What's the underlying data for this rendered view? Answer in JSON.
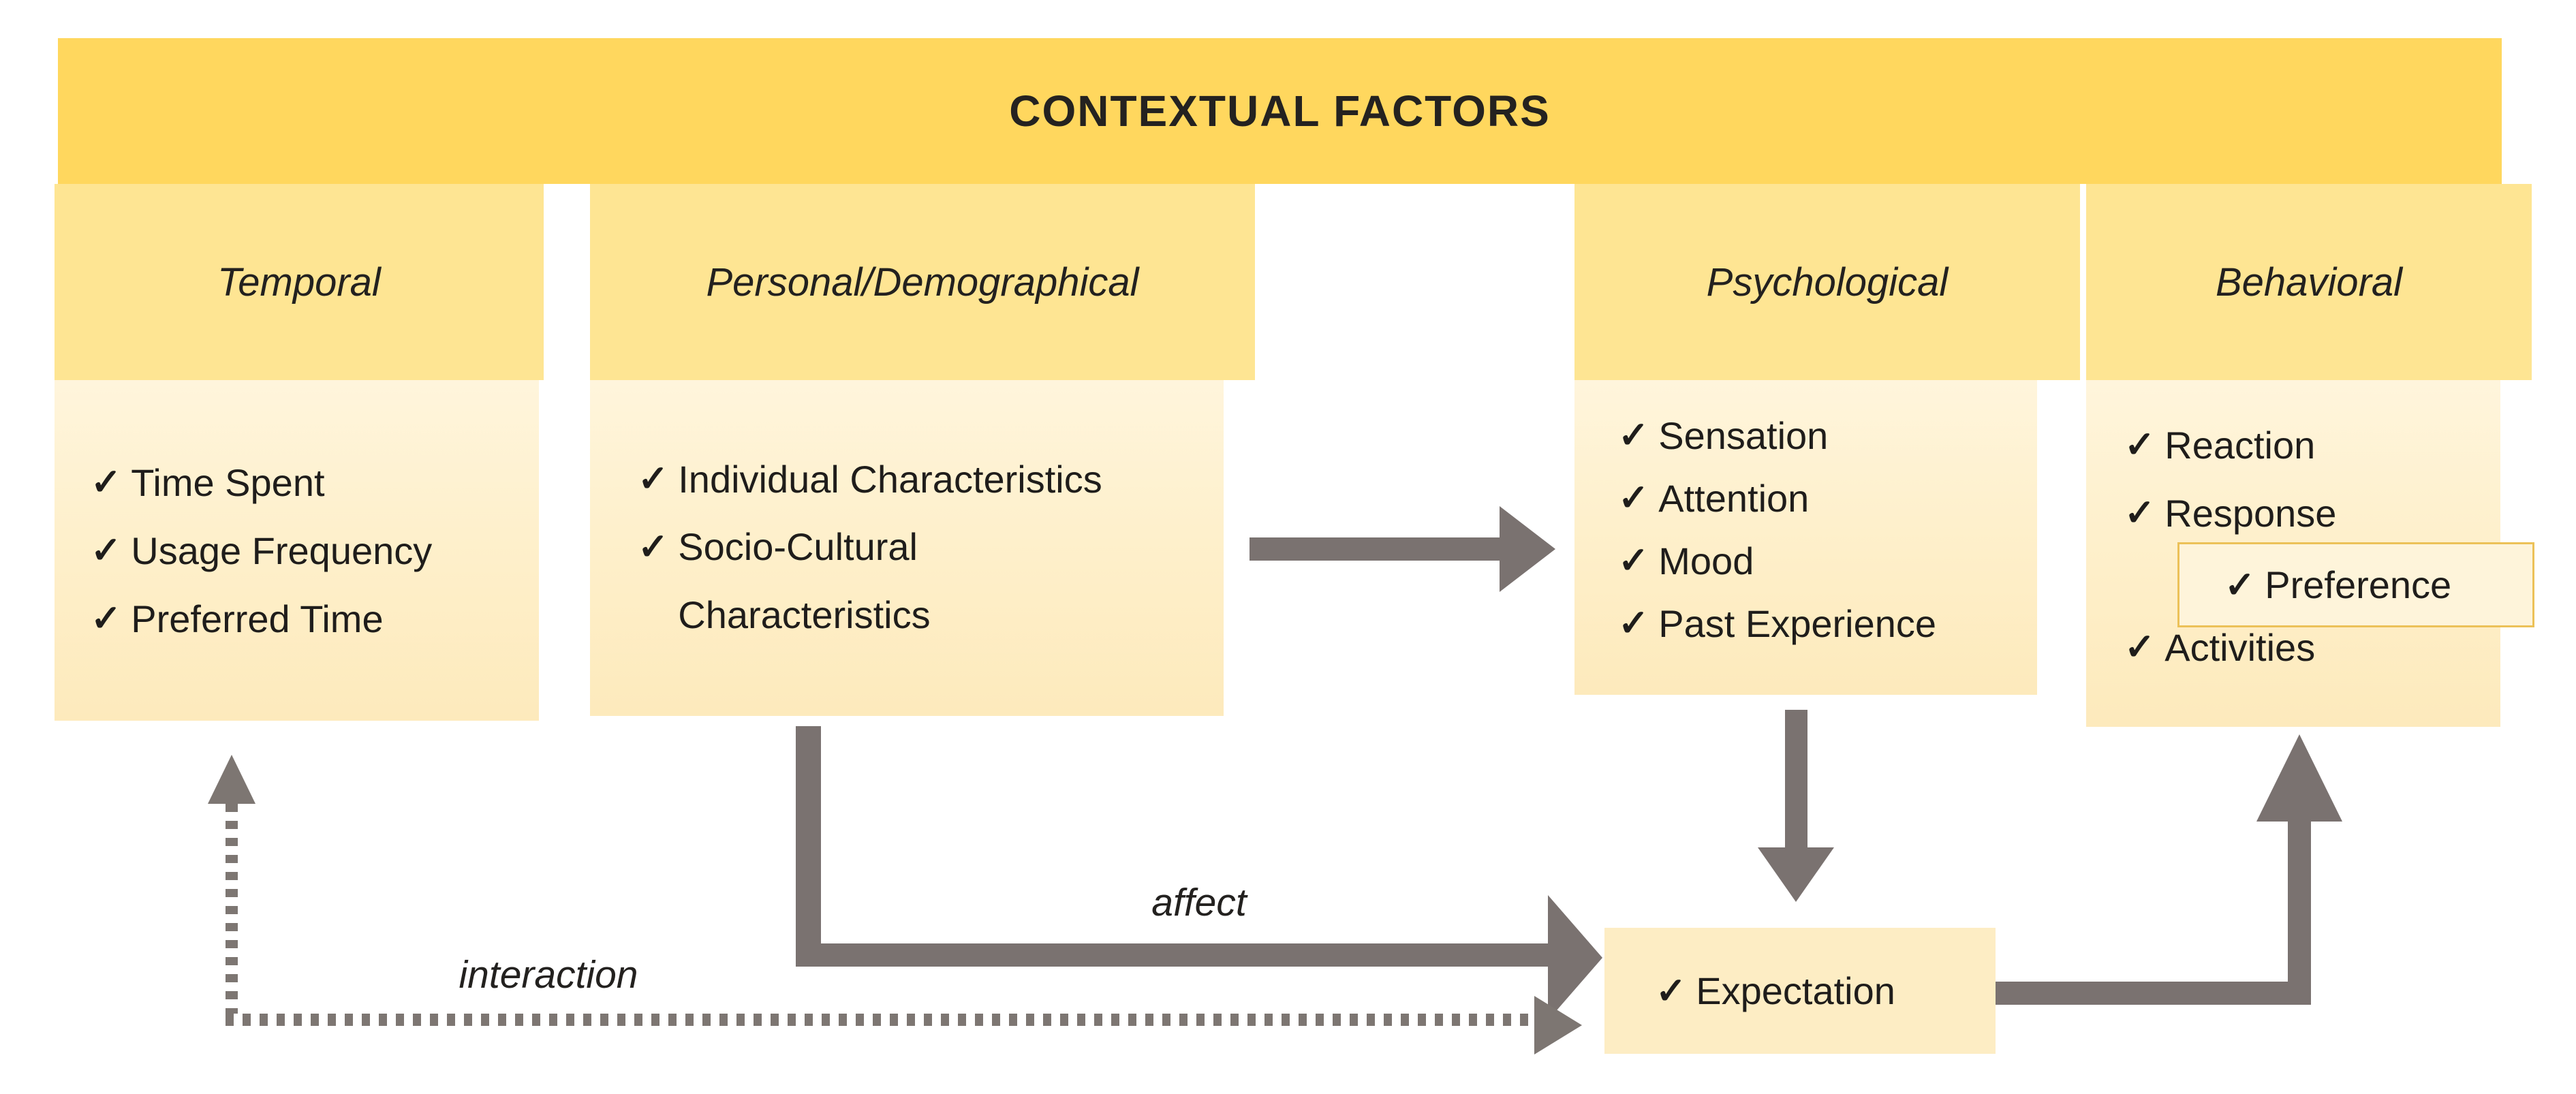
{
  "title": "CONTEXTUAL FACTORS",
  "glyphs": {
    "check": "✓"
  },
  "columns": [
    {
      "label": "Temporal",
      "items": [
        "Time Spent",
        "Usage Frequency",
        "Preferred Time"
      ]
    },
    {
      "label": "Personal/Demographical",
      "items": [
        "Individual Characteristics",
        "Socio-Cultural Characteristics"
      ]
    },
    {
      "label": "Psychological",
      "items": [
        "Sensation",
        "Attention",
        "Mood",
        "Past Experience"
      ]
    },
    {
      "label": "Behavioral",
      "items": [
        "Reaction",
        "Response",
        "Activities"
      ],
      "overlay_item": "Preference"
    }
  ],
  "expectation": {
    "label": "Expectation"
  },
  "edges": {
    "affect_label": "affect",
    "interaction_label": "interaction"
  },
  "colors": {
    "title_bar": "#ffd75e",
    "header_box": "#fee593",
    "body_box": "#fef0cc",
    "preference_fill": "#fef4da",
    "preference_border": "#ecc158",
    "expectation_fill": "#fdedc4",
    "arrow_solid": "#7a7270",
    "arrow_dotted": "#7d7672",
    "text": "#1f1d1b"
  }
}
